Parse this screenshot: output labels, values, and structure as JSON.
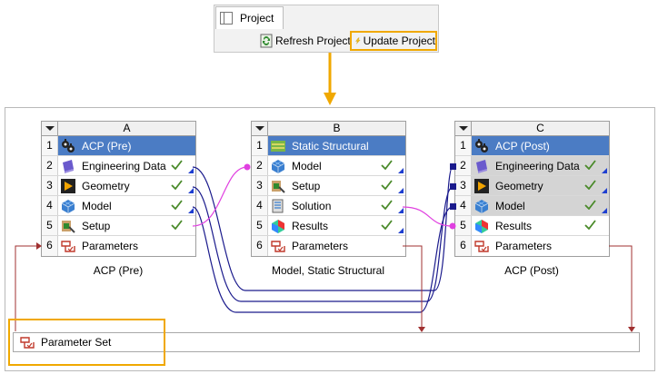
{
  "toolbar": {
    "tab_label": "Project",
    "refresh_label": "Refresh Project",
    "update_label": "Update Project"
  },
  "systems": [
    {
      "letter": "A",
      "caption": "ACP (Pre)",
      "rows": [
        {
          "num": "1",
          "label": "ACP (Pre)",
          "icon": "acp-gear-icon"
        },
        {
          "num": "2",
          "label": "Engineering Data",
          "icon": "engineering-data-icon",
          "status": "up-to-date"
        },
        {
          "num": "3",
          "label": "Geometry",
          "icon": "geometry-icon",
          "status": "up-to-date"
        },
        {
          "num": "4",
          "label": "Model",
          "icon": "model-icon",
          "status": "up-to-date"
        },
        {
          "num": "5",
          "label": "Setup",
          "icon": "setup-icon",
          "status": "up-to-date"
        },
        {
          "num": "6",
          "label": "Parameters",
          "icon": "parameters-icon"
        }
      ]
    },
    {
      "letter": "B",
      "caption": "Model, Static Structural",
      "rows": [
        {
          "num": "1",
          "label": "Static Structural",
          "icon": "static-structural-icon"
        },
        {
          "num": "2",
          "label": "Model",
          "icon": "model-icon",
          "status": "up-to-date"
        },
        {
          "num": "3",
          "label": "Setup",
          "icon": "setup-icon",
          "status": "up-to-date"
        },
        {
          "num": "4",
          "label": "Solution",
          "icon": "solution-icon",
          "status": "up-to-date"
        },
        {
          "num": "5",
          "label": "Results",
          "icon": "results-icon",
          "status": "up-to-date"
        },
        {
          "num": "6",
          "label": "Parameters",
          "icon": "parameters-icon"
        }
      ]
    },
    {
      "letter": "C",
      "caption": "ACP (Post)",
      "rows": [
        {
          "num": "1",
          "label": "ACP (Post)",
          "icon": "acp-gear-icon"
        },
        {
          "num": "2",
          "label": "Engineering Data",
          "icon": "engineering-data-icon",
          "status": "up-to-date"
        },
        {
          "num": "3",
          "label": "Geometry",
          "icon": "geometry-icon",
          "status": "up-to-date"
        },
        {
          "num": "4",
          "label": "Model",
          "icon": "model-icon",
          "status": "up-to-date"
        },
        {
          "num": "5",
          "label": "Results",
          "icon": "results-icon",
          "status": "up-to-date"
        },
        {
          "num": "6",
          "label": "Parameters",
          "icon": "parameters-icon"
        }
      ]
    }
  ],
  "parameter_set": {
    "label": "Parameter Set"
  },
  "colors": {
    "highlight": "#f0a800",
    "header_blue": "#4b7cc4",
    "link_blue": "#1a1a8c",
    "link_magenta": "#e040e0",
    "param_link": "#a03030",
    "check_green": "#4a8a2a"
  }
}
